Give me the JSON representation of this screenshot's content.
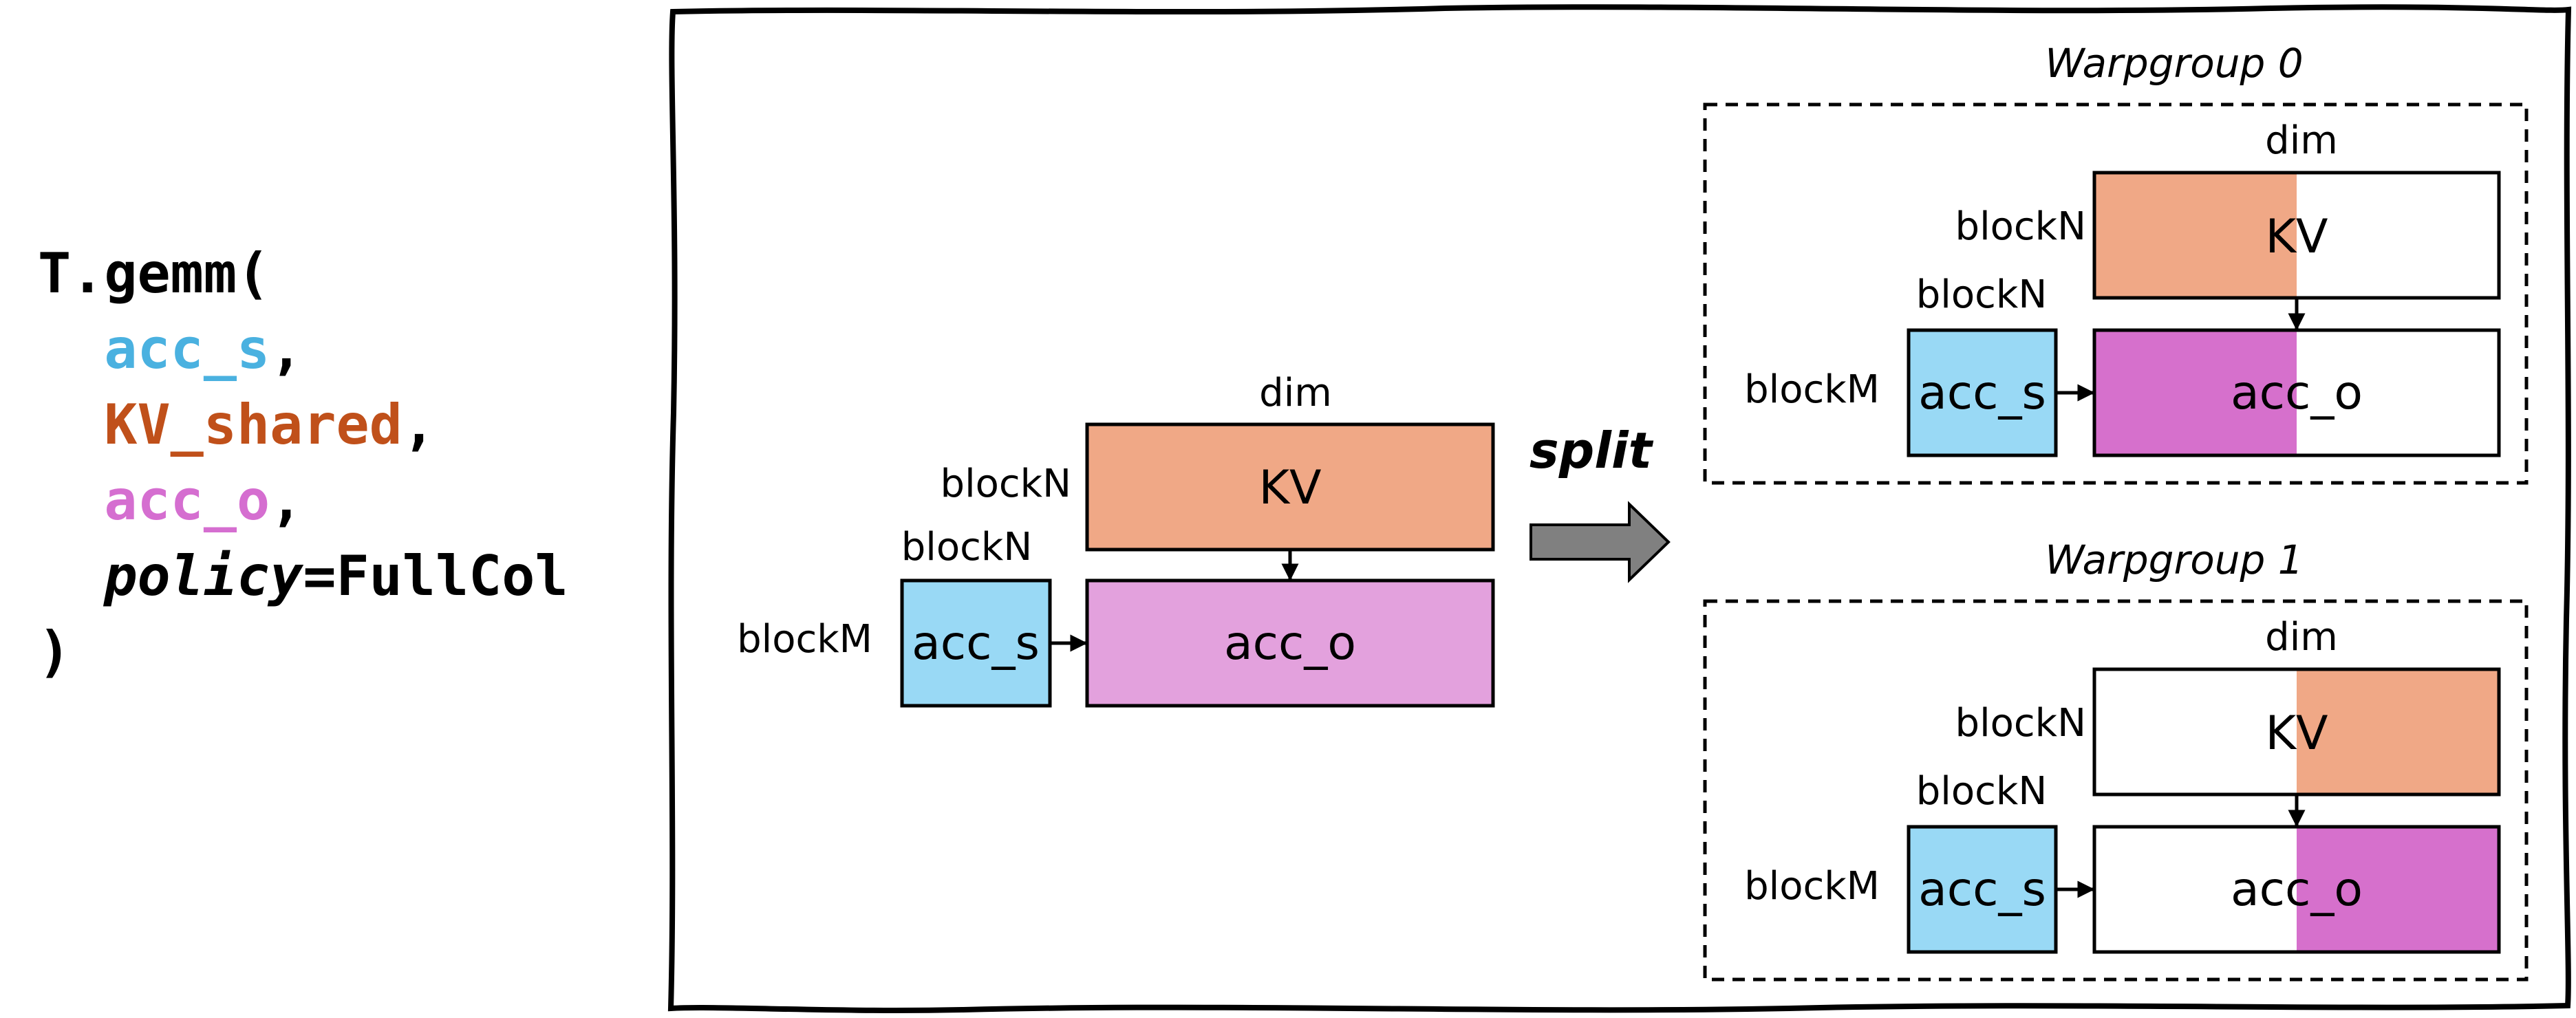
{
  "code": {
    "line1": "T.gemm(",
    "arg1": "acc_s",
    "arg2": "KV_shared",
    "arg3": "acc_o",
    "policy_kw": "policy",
    "policy_val": "=FullCol",
    "comma": ",",
    "close": ")"
  },
  "main": {
    "dim_label": "dim",
    "blockN_top": "blockN",
    "blockN_left": "blockN",
    "blockM": "blockM",
    "kv_label": "KV",
    "acc_s_label": "acc_s",
    "acc_o_label": "acc_o"
  },
  "split_label": "split",
  "warpgroups": [
    {
      "title": "Warpgroup 0",
      "dim_label": "dim",
      "blockN_top": "blockN",
      "blockN_left": "blockN",
      "blockM": "blockM",
      "kv_label": "KV",
      "acc_s_label": "acc_s",
      "acc_o_label": "acc_o",
      "filled_half": "left"
    },
    {
      "title": "Warpgroup 1",
      "dim_label": "dim",
      "blockN_top": "blockN",
      "blockN_left": "blockN",
      "blockM": "blockM",
      "kv_label": "KV",
      "acc_s_label": "acc_s",
      "acc_o_label": "acc_o",
      "filled_half": "right"
    }
  ],
  "colors": {
    "kv": "#f0a886",
    "acc_s": "#99d9f5",
    "acc_o_full": "#e3a1dd",
    "acc_o_split": "#d670cc",
    "arrow_fill": "#808080"
  }
}
